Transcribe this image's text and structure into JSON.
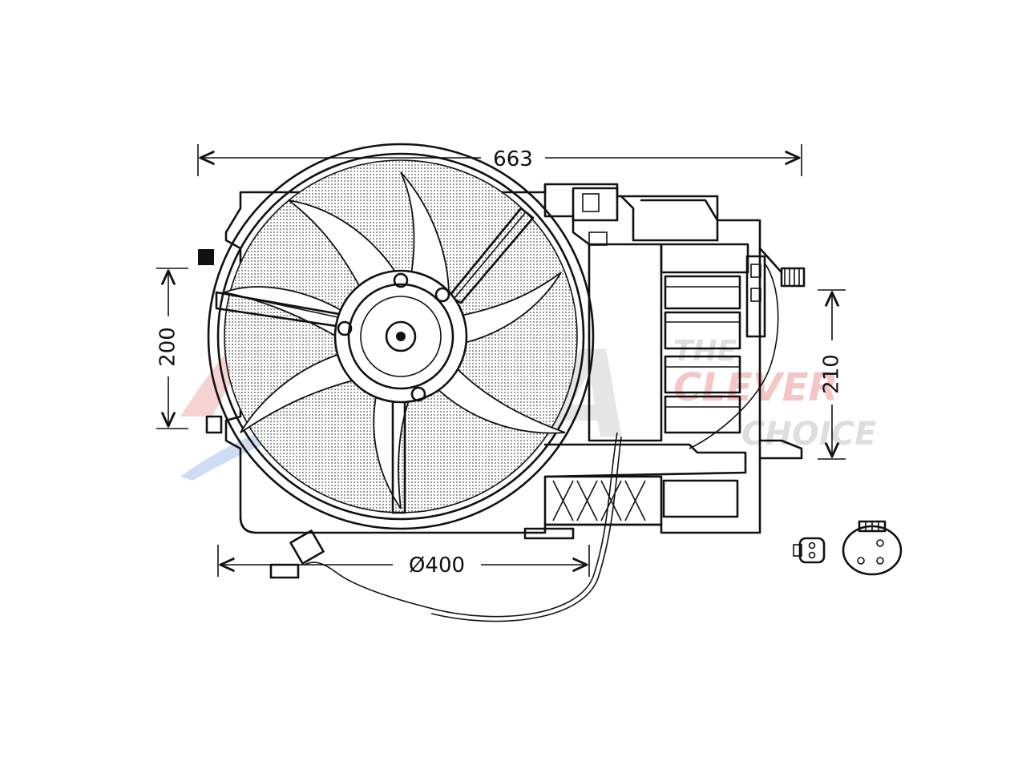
{
  "dimensions": {
    "overall_width": "663",
    "fan_diameter": "Ø400",
    "left_height": "200",
    "right_height": "210"
  },
  "watermark": {
    "brand": "AVA",
    "slogan_line1": "THE",
    "slogan_line2": "CLEVER",
    "slogan_line3": "CHOICE",
    "brand_color": "#c9c9c9",
    "accent_red": "#e26a6a",
    "accent_blue": "#5b8fd6"
  },
  "connectors": {
    "small": "two-pin-connector-icon",
    "large": "three-pin-connector-icon"
  }
}
